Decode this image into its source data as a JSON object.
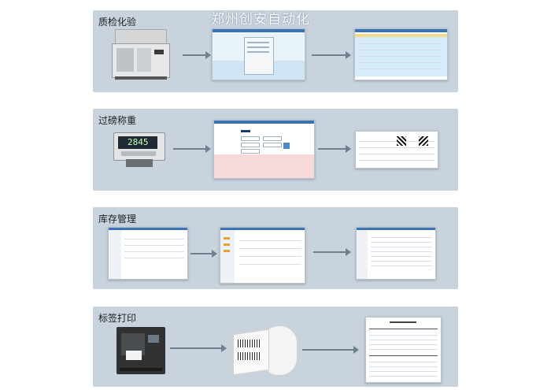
{
  "watermark": "郑州创安自动化",
  "sections": [
    {
      "title": "质检化验"
    },
    {
      "title": "过磅称重"
    },
    {
      "title": "库存管理"
    },
    {
      "title": "标签打印"
    }
  ],
  "scale_display": "2845"
}
